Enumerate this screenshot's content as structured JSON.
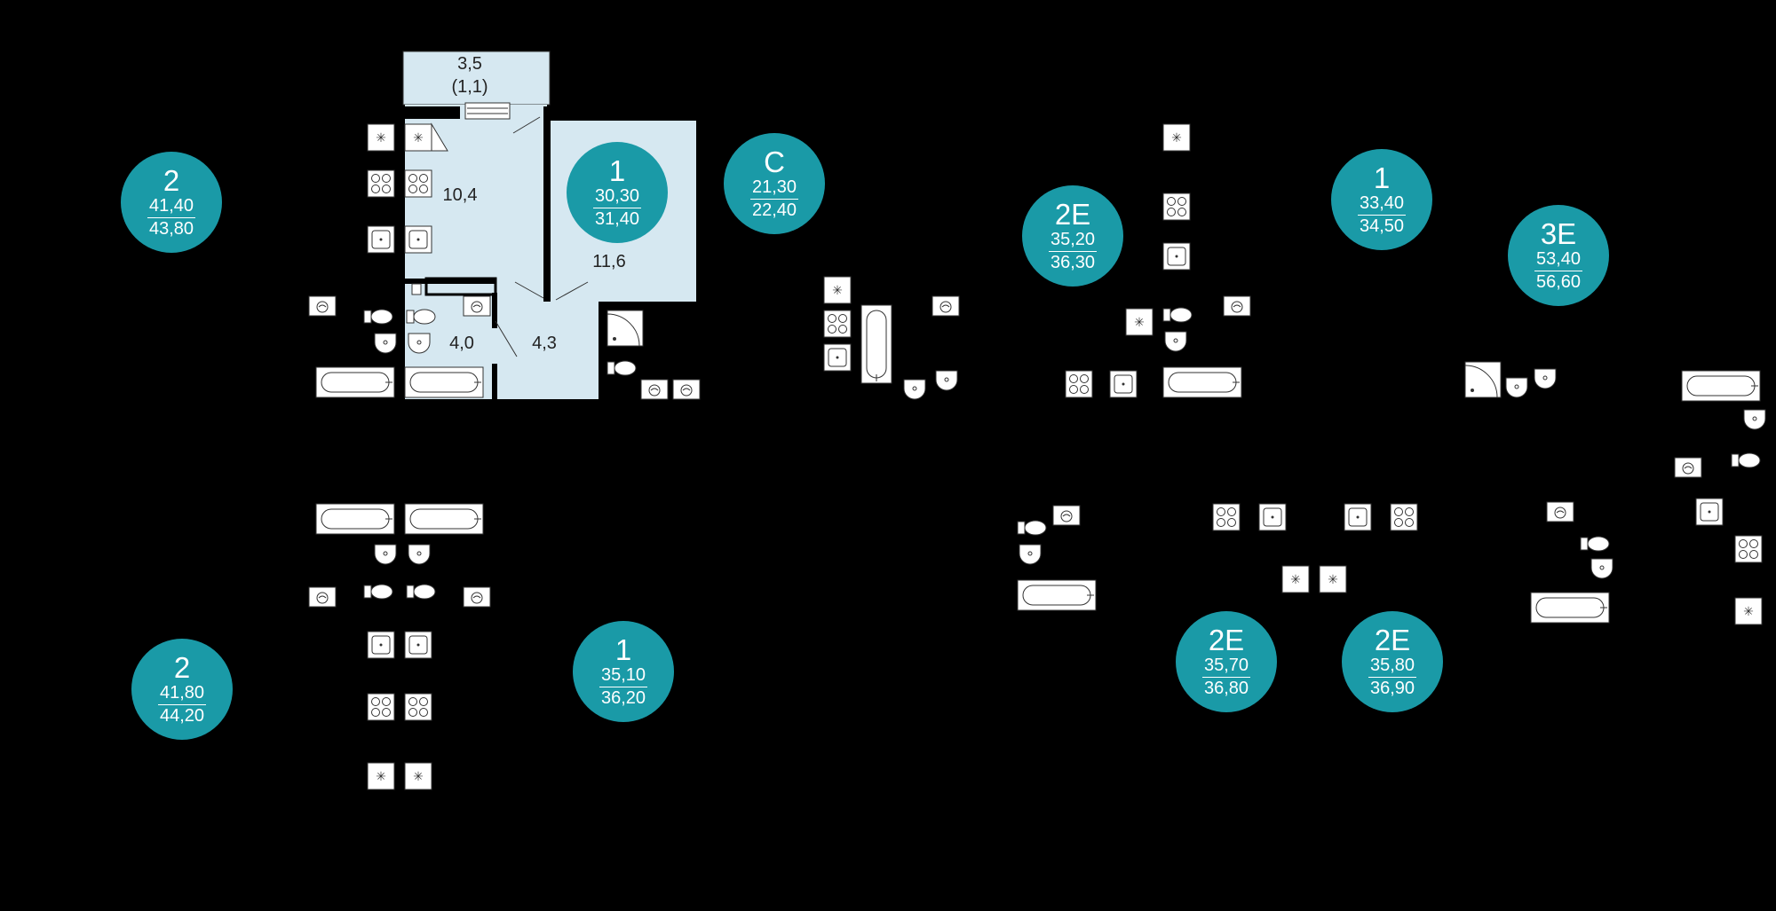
{
  "apartments": [
    {
      "id": "a-41-40",
      "type": "2",
      "area_living": "41,40",
      "area_total": "43,80"
    },
    {
      "id": "a-30-30",
      "type": "1",
      "area_living": "30,30",
      "area_total": "31,40"
    },
    {
      "id": "a-21-30",
      "type": "C",
      "area_living": "21,30",
      "area_total": "22,40"
    },
    {
      "id": "a-35-20",
      "type": "2E",
      "area_living": "35,20",
      "area_total": "36,30"
    },
    {
      "id": "a-33-40",
      "type": "1",
      "area_living": "33,40",
      "area_total": "34,50"
    },
    {
      "id": "a-53-40",
      "type": "3E",
      "area_living": "53,40",
      "area_total": "56,60"
    },
    {
      "id": "a-41-80",
      "type": "2",
      "area_living": "41,80",
      "area_total": "44,20"
    },
    {
      "id": "a-35-10",
      "type": "1",
      "area_living": "35,10",
      "area_total": "36,20"
    },
    {
      "id": "a-35-70",
      "type": "2E",
      "area_living": "35,70",
      "area_total": "36,80"
    },
    {
      "id": "a-35-80",
      "type": "2E",
      "area_living": "35,80",
      "area_total": "36,90"
    }
  ],
  "rooms": {
    "balcony": "3,5",
    "balcony_reduced": "(1,1)",
    "kitchen": "10,4",
    "living": "11,6",
    "bathroom": "4,0",
    "hall": "4,3"
  },
  "colors": {
    "background": "#000000",
    "badge": "#1a9aa7",
    "selected_room": "#d6e8f1",
    "fixture": "#ffffff"
  }
}
